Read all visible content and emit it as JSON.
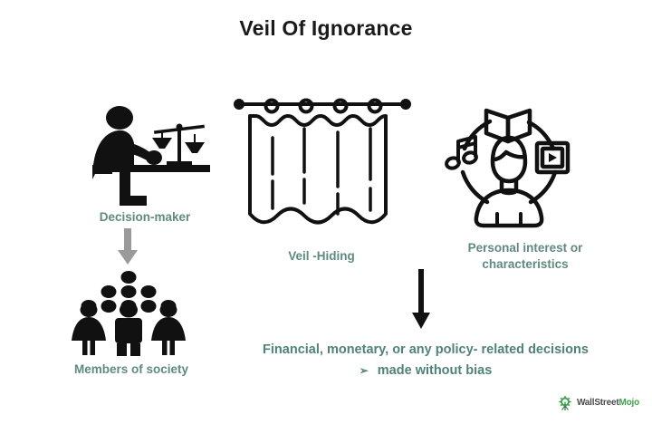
{
  "title": "Veil Of Ignorance",
  "colors": {
    "title": "#1a1a1a",
    "label_teal": "#5f8a82",
    "body_teal": "#4f8279",
    "icon_black": "#111111",
    "arrow_gray": "#9a9a9a",
    "logo_green": "#3fa34d",
    "logo_gray": "#4a4a4a",
    "background": "#ffffff"
  },
  "nodes": {
    "decision_maker": {
      "label": "Decision-maker",
      "icon": "judge-at-desk-with-scales-icon"
    },
    "members_of_society": {
      "label": "Members of society",
      "icon": "crowd-of-people-icon"
    },
    "veil": {
      "label": "Veil -Hiding",
      "icon": "curtain-on-rod-icon"
    },
    "personal_interest": {
      "label_line1": "Personal interest or",
      "label_line2": "characteristics",
      "icon": "person-with-book-music-video-icon"
    },
    "outcome": {
      "line1": "Financial, monetary, or any policy- related decisions",
      "bullet": "➢",
      "line2": "made without bias"
    }
  },
  "connectors": {
    "decision_to_society": "down-arrow-icon",
    "veil_to_outcome": "down-arrow-icon"
  },
  "logo": {
    "icon": "tree-logo-icon",
    "text_primary": "WallStreet",
    "text_accent": "Mojo"
  }
}
